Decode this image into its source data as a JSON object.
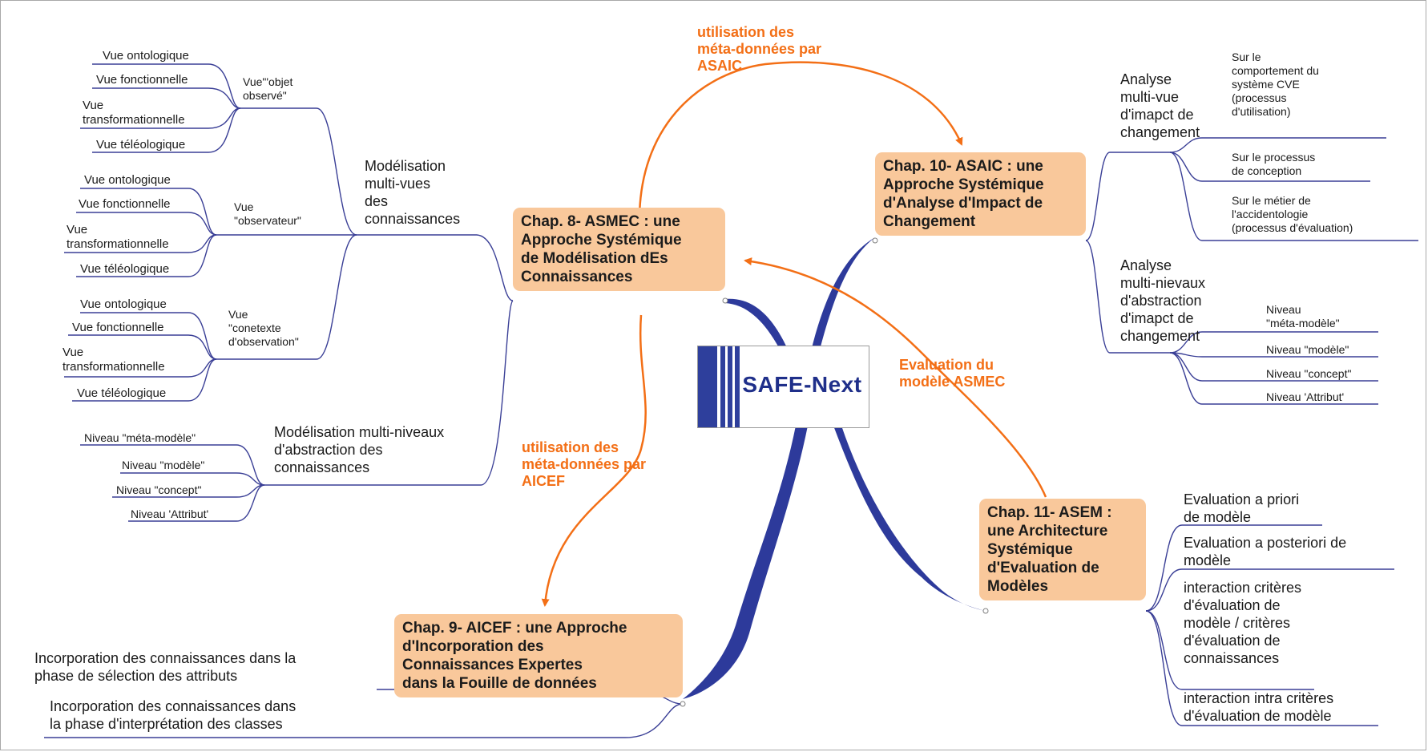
{
  "center": {
    "logo_text": "SAFE-Next"
  },
  "chapters": {
    "asmec": [
      "Chap. 8- ASMEC : une",
      "Approche Systémique",
      "de Modélisation dEs",
      "Connaissances"
    ],
    "asaic": [
      "Chap. 10- ASAIC : une",
      "Approche Systémique",
      "d'Analyse d'Impact de",
      "Changement"
    ],
    "aicef": [
      "Chap. 9- AICEF : une Approche",
      "d'Incorporation des",
      "Connaissances Expertes",
      "dans la Fouille de données"
    ],
    "asem": [
      "Chap. 11- ASEM :",
      "une Architecture",
      "Systémique",
      "d'Evaluation de",
      "Modèles"
    ]
  },
  "relations": {
    "asmec_to_asaic": [
      "utilisation des",
      "méta-données par",
      "ASAIC"
    ],
    "asmec_to_aicef": [
      "utilisation des",
      "méta-données par",
      "AICEF"
    ],
    "asem_to_asmec": [
      "Evaluation du",
      "modèle ASMEC"
    ]
  },
  "asmec_branches": {
    "multi_vues": {
      "label": [
        "Modélisation",
        "multi-vues",
        "des",
        "connaissances"
      ],
      "groups": [
        {
          "label": [
            "Vue\"'objet",
            "observé\""
          ],
          "leaves": [
            [
              "Vue ontologique"
            ],
            [
              "Vue fonctionnelle"
            ],
            [
              "Vue",
              "transformationnelle"
            ],
            [
              "Vue téléologique"
            ]
          ]
        },
        {
          "label": [
            "Vue",
            "\"observateur\""
          ],
          "leaves": [
            [
              "Vue ontologique"
            ],
            [
              "Vue fonctionnelle"
            ],
            [
              "Vue",
              "transformationnelle"
            ],
            [
              "Vue téléologique"
            ]
          ]
        },
        {
          "label": [
            "Vue",
            "\"conetexte",
            "d'observation\""
          ],
          "leaves": [
            [
              "Vue ontologique"
            ],
            [
              "Vue fonctionnelle"
            ],
            [
              "Vue",
              "transformationnelle"
            ],
            [
              "Vue téléologique"
            ]
          ]
        }
      ]
    },
    "multi_niveaux": {
      "label": [
        "Modélisation multi-niveaux",
        "d'abstraction des",
        "connaissances"
      ],
      "leaves": [
        "Niveau \"méta-modèle\"",
        "Niveau \"modèle\"",
        "Niveau \"concept\"",
        "Niveau 'Attribut'"
      ]
    }
  },
  "asaic_branches": {
    "multi_vue": {
      "label": [
        "Analyse",
        "multi-vue",
        "d'imapct de",
        "changement"
      ],
      "leaves": [
        [
          "Sur le",
          "comportement du",
          "système CVE",
          "(processus",
          "d'utilisation)"
        ],
        [
          "Sur le processus",
          "de conception"
        ],
        [
          "Sur le métier de",
          "l'accidentologie",
          "(processus d'évaluation)"
        ]
      ]
    },
    "multi_niveaux": {
      "label": [
        "Analyse",
        "multi-nievaux",
        "d'abstraction",
        "d'imapct de",
        "changement"
      ],
      "leaves": [
        [
          "Niveau",
          "\"méta-modèle\""
        ],
        [
          "Niveau \"modèle\""
        ],
        [
          "Niveau \"concept\""
        ],
        [
          "Niveau 'Attribut'"
        ]
      ]
    }
  },
  "asem_branches": [
    [
      "Evaluation a priori",
      "de modèle"
    ],
    [
      "Evaluation a posteriori de",
      "modèle"
    ],
    [
      "interaction critères",
      "d'évaluation de",
      "modèle / critères",
      "d'évaluation de",
      "connaissances"
    ],
    [
      "interaction intra critères",
      "d'évaluation de modèle"
    ]
  ],
  "aicef_branches": [
    [
      "Incorporation des connaissances dans la",
      "phase de sélection des attributs"
    ],
    [
      "Incorporation des connaissances dans",
      "la phase d'interprétation des classes"
    ]
  ],
  "colors": {
    "chapter_fill": "#f9c89b",
    "relation": "#f36f16",
    "link": "#2e3a9c",
    "logo_text": "#1f2f8a"
  }
}
